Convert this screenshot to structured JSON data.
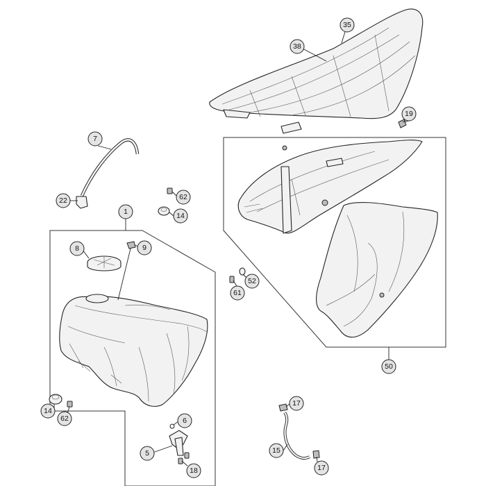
{
  "callouts": [
    {
      "id": "c35",
      "label": "35"
    },
    {
      "id": "c38",
      "label": "38"
    },
    {
      "id": "c19",
      "label": "19"
    },
    {
      "id": "c7",
      "label": "7"
    },
    {
      "id": "c62a",
      "label": "62"
    },
    {
      "id": "c14a",
      "label": "14"
    },
    {
      "id": "c22",
      "label": "22"
    },
    {
      "id": "c1",
      "label": "1"
    },
    {
      "id": "c8",
      "label": "8"
    },
    {
      "id": "c9",
      "label": "9"
    },
    {
      "id": "c52",
      "label": "52"
    },
    {
      "id": "c61",
      "label": "61"
    },
    {
      "id": "c50",
      "label": "50"
    },
    {
      "id": "c14b",
      "label": "14"
    },
    {
      "id": "c62b",
      "label": "62"
    },
    {
      "id": "c6",
      "label": "6"
    },
    {
      "id": "c5",
      "label": "5"
    },
    {
      "id": "c18",
      "label": "18"
    },
    {
      "id": "c17a",
      "label": "17"
    },
    {
      "id": "c15",
      "label": "15"
    },
    {
      "id": "c17b",
      "label": "17"
    }
  ]
}
